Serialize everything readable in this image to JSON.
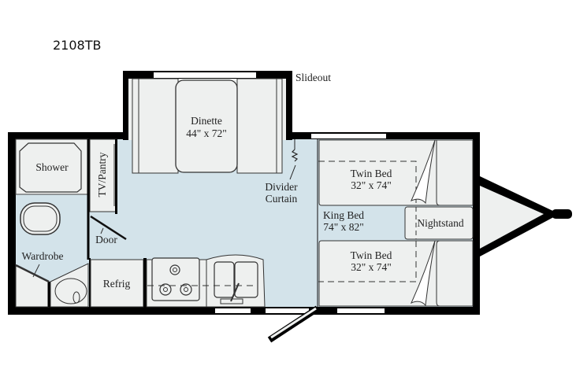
{
  "model": "2108TB",
  "colors": {
    "wall": "#000000",
    "floor": "#d3e3ea",
    "furniture": "#eef0ef",
    "background": "#ffffff"
  },
  "labels": {
    "slideout": "Slideout",
    "dinette": "Dinette",
    "dinette_size": "44\" x 72\"",
    "shower": "Shower",
    "tv_pantry": "TV/Pantry",
    "divider_1": "Divider",
    "divider_2": "Curtain",
    "door": "Door",
    "wardrobe": "Wardrobe",
    "refrig": "Refrig",
    "king_bed": "King Bed",
    "king_bed_size": "74\" x 82\"",
    "twin_bed_top": "Twin Bed",
    "twin_bed_top_size": "32\" x 74\"",
    "twin_bed_bottom": "Twin Bed",
    "twin_bed_bottom_size": "32\" x 74\"",
    "nightstand": "Nightstand"
  }
}
